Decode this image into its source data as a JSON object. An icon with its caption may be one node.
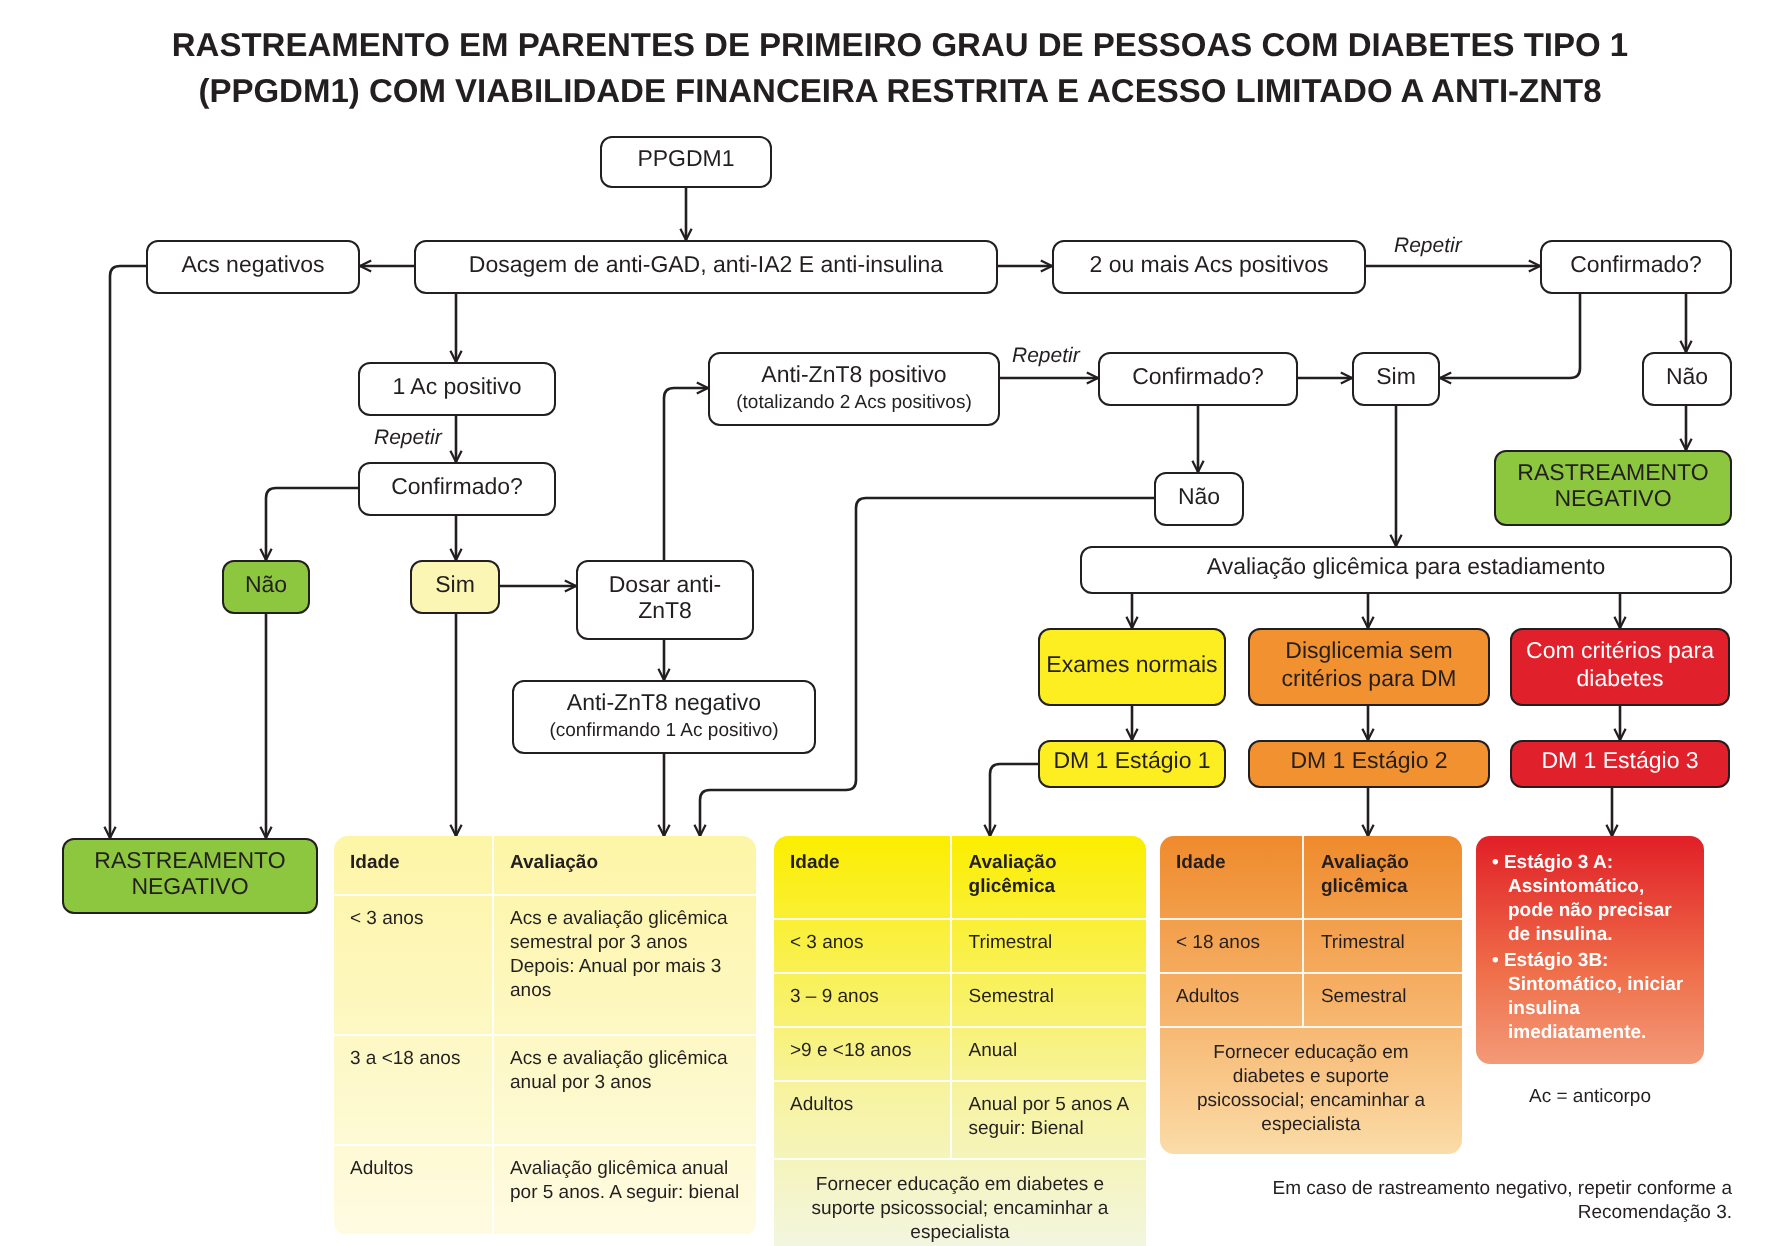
{
  "diagram": {
    "title": "RASTREAMENTO EM PARENTES DE PRIMEIRO GRAU DE PESSOAS COM DIABETES TIPO 1 (PPGDM1) COM VIABILIDADE FINANCEIRA RESTRITA E ACESSO LIMITADO A ANTI-ZNT8",
    "nodes": [
      {
        "text": [
          "PPGDM1"
        ]
      },
      {
        "text": [
          "Dosagem de anti-GAD, anti-IA2 E anti-insulina"
        ]
      },
      {
        "text": [
          "Acs negativos"
        ]
      },
      {
        "text": [
          "2 ou mais Acs positivos"
        ]
      },
      {
        "text": [
          "Confirmado?"
        ]
      },
      {
        "text": [
          "1 Ac positivo"
        ]
      },
      {
        "text": [
          "Anti-ZnT8 positivo",
          "(totalizando 2 Acs positivos)"
        ]
      },
      {
        "text": [
          "Confirmado?"
        ]
      },
      {
        "text": [
          "Sim"
        ]
      },
      {
        "text": [
          "Não"
        ]
      },
      {
        "text": [
          "Confirmado?"
        ]
      },
      {
        "text": [
          "Não"
        ]
      },
      {
        "text": [
          "RASTREAMENTO NEGATIVO"
        ]
      },
      {
        "text": [
          "Não"
        ]
      },
      {
        "text": [
          "Sim"
        ]
      },
      {
        "text": [
          "Dosar anti-ZnT8"
        ]
      },
      {
        "text": [
          "Avaliação glicêmica para estadiamento"
        ]
      },
      {
        "text": [
          "Anti-ZnT8 negativo",
          "(confirmando 1 Ac positivo)"
        ]
      },
      {
        "text": [
          "Exames normais"
        ]
      },
      {
        "text": [
          "Disglicemia sem critérios para DM"
        ]
      },
      {
        "text": [
          "Com critérios para diabetes"
        ]
      },
      {
        "text": [
          "DM 1 Estágio 1"
        ]
      },
      {
        "text": [
          "DM 1 Estágio 2"
        ]
      },
      {
        "text": [
          "DM 1 Estágio 3"
        ]
      },
      {
        "text": [
          "RASTREAMENTO NEGATIVO"
        ]
      },
      {
        "text": [
          "Idade",
          "Avaliação",
          "< 3 anos",
          "Acs e avaliação glicêmica semestral por 3 anos Depois: Anual por mais 3 anos",
          "3 a <18 anos",
          "Acs e avaliação glicêmica anual por 3 anos",
          "Adultos",
          "Avaliação glicêmica anual por 5 anos. A seguir: bienal"
        ]
      },
      {
        "text": [
          "Idade",
          "Avaliação glicêmica",
          "< 3 anos",
          "Trimestral",
          "3 – 9 anos",
          "Semestral",
          ">9 e <18 anos",
          "Anual",
          "Adultos",
          "Anual por 5 anos A seguir: Bienal",
          "Fornecer educação em diabetes e suporte psicossocial; encaminhar a especialista"
        ]
      },
      {
        "text": [
          "Idade",
          "Avaliação glicêmica",
          "< 18 anos",
          "Trimestral",
          "Adultos",
          "Semestral",
          "Fornecer educação em diabetes e suporte psicossocial; encaminhar a especialista"
        ]
      },
      {
        "text": [
          "• Estágio 3 A: Assintomático, pode não precisar de insulina.",
          "• Estágio 3B: Sintomático, iniciar insulina imediatamente."
        ]
      }
    ],
    "edges": [
      {
        "from": 0,
        "to": 1,
        "arrow": "to"
      },
      {
        "from": 1,
        "to": 2,
        "arrow": "to"
      },
      {
        "from": 1,
        "to": 3,
        "arrow": "to"
      },
      {
        "from": 1,
        "to": 5,
        "arrow": "to"
      },
      {
        "from": 2,
        "to": 24,
        "arrow": "to"
      },
      {
        "from": 3,
        "to": 4,
        "arrow": "to",
        "label": "Repetir"
      },
      {
        "from": 4,
        "to": 8,
        "arrow": "to"
      },
      {
        "from": 4,
        "to": 9,
        "arrow": "to"
      },
      {
        "from": 9,
        "to": 12,
        "arrow": "to"
      },
      {
        "from": 5,
        "to": 10,
        "arrow": "to",
        "label": "Repetir"
      },
      {
        "from": 10,
        "to": 13,
        "arrow": "to"
      },
      {
        "from": 10,
        "to": 14,
        "arrow": "to"
      },
      {
        "from": 13,
        "to": 24,
        "arrow": "to"
      },
      {
        "from": 14,
        "to": 25,
        "arrow": "to"
      },
      {
        "from": 14,
        "to": 15,
        "arrow": "to"
      },
      {
        "from": 15,
        "to": 6,
        "arrow": "to"
      },
      {
        "from": 15,
        "to": 17,
        "arrow": "to"
      },
      {
        "from": 17,
        "to": 25,
        "arrow": "to"
      },
      {
        "from": 11,
        "to": 25,
        "arrow": "to"
      },
      {
        "from": 6,
        "to": 7,
        "arrow": "to",
        "label": "Repetir"
      },
      {
        "from": 7,
        "to": 8,
        "arrow": "to"
      },
      {
        "from": 7,
        "to": 11,
        "arrow": "to"
      },
      {
        "from": 8,
        "to": 16,
        "arrow": "to"
      },
      {
        "from": 16,
        "to": 18,
        "arrow": "to"
      },
      {
        "from": 16,
        "to": 19,
        "arrow": "to"
      },
      {
        "from": 16,
        "to": 20,
        "arrow": "to"
      },
      {
        "from": 18,
        "to": 21,
        "arrow": "to"
      },
      {
        "from": 19,
        "to": 22,
        "arrow": "to"
      },
      {
        "from": 20,
        "to": 23,
        "arrow": "to"
      },
      {
        "from": 21,
        "to": 26,
        "arrow": "to"
      },
      {
        "from": 22,
        "to": 27,
        "arrow": "to"
      },
      {
        "from": 23,
        "to": 28,
        "arrow": "to"
      }
    ],
    "labels": [
      "Ac = anticorpo",
      "Em caso de rastreamento negativo, repetir conforme a Recomendação 3."
    ]
  }
}
